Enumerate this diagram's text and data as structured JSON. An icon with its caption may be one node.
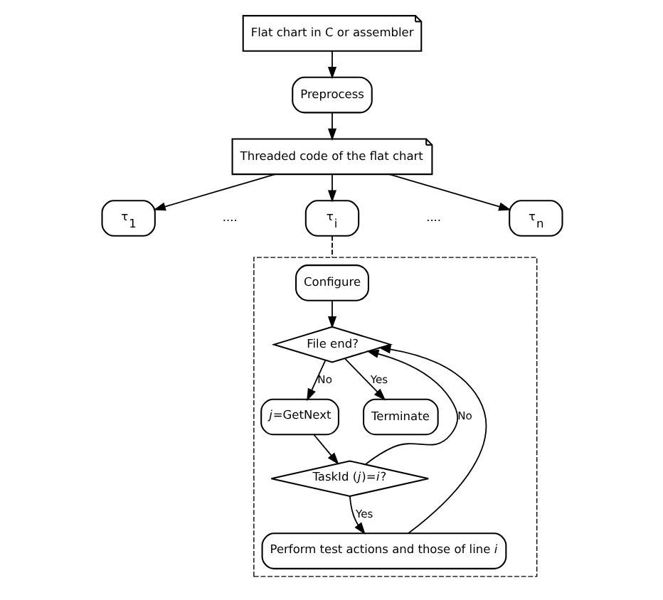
{
  "diagram": {
    "nodes": [
      {
        "text": [
          "Flat chart in C or assembler"
        ]
      },
      {
        "text": [
          "Preprocess"
        ]
      },
      {
        "text": [
          "Threaded code of the flat chart"
        ]
      },
      {
        "text": [
          "τ$_{1}$"
        ]
      },
      {
        "text": [
          "τ$_{i}$"
        ]
      },
      {
        "text": [
          "τ$_{n}$"
        ]
      },
      {
        "text": [],
        "shape": "box"
      },
      {
        "text": [
          "Configure"
        ],
        "in": 6
      },
      {
        "text": [
          "File end?"
        ],
        "in": 6
      },
      {
        "text": [
          "*j*=GetNext"
        ],
        "in": 6
      },
      {
        "text": [
          "TaskId (*j*)=*i*?"
        ],
        "in": 6
      },
      {
        "text": [
          "Perform test actions and those of line *i*"
        ],
        "in": 6
      },
      {
        "text": [
          "Terminate"
        ],
        "in": 6
      }
    ],
    "edges": [
      {
        "from": 0,
        "to": 1,
        "arrow": "to"
      },
      {
        "from": 1,
        "to": 2,
        "arrow": "to"
      },
      {
        "from": 2,
        "to": 3,
        "arrow": "to"
      },
      {
        "from": 2,
        "to": 4,
        "arrow": "to"
      },
      {
        "from": 2,
        "to": 5,
        "arrow": "to"
      },
      {
        "from": 4,
        "to": 6,
        "arrow": "none",
        "style": "dashed"
      },
      {
        "from": 7,
        "to": 8,
        "arrow": "to"
      },
      {
        "from": 8,
        "to": 9,
        "arrow": "to",
        "label": "No"
      },
      {
        "from": 9,
        "to": 10,
        "arrow": "to"
      },
      {
        "from": 10,
        "to": 11,
        "arrow": "to",
        "label": "Yes"
      },
      {
        "from": 10,
        "to": 8,
        "arrow": "to",
        "label": "No"
      },
      {
        "from": 11,
        "to": 8,
        "arrow": "to"
      },
      {
        "from": 8,
        "to": 12,
        "arrow": "to",
        "label": "Yes"
      }
    ],
    "labels": [
      "....",
      "...."
    ]
  }
}
